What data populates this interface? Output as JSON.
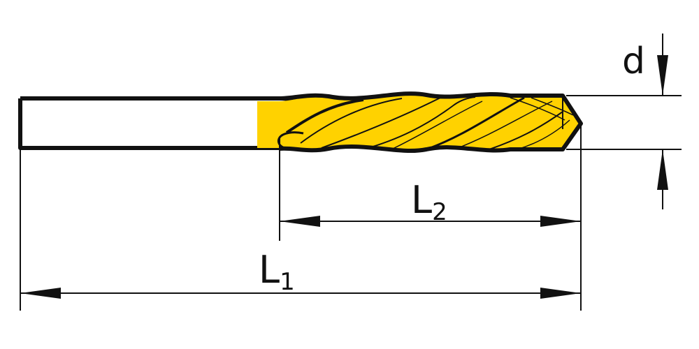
{
  "labels": {
    "diameter": "d",
    "overall_length": {
      "letter": "L",
      "subscript": "1"
    },
    "flute_length": {
      "letter": "L",
      "subscript": "2"
    }
  },
  "colors": {
    "flute": "#FFD200",
    "outline": "#111111",
    "background": "#FFFFFF"
  },
  "icons": [
    "arrow-head-icon"
  ]
}
